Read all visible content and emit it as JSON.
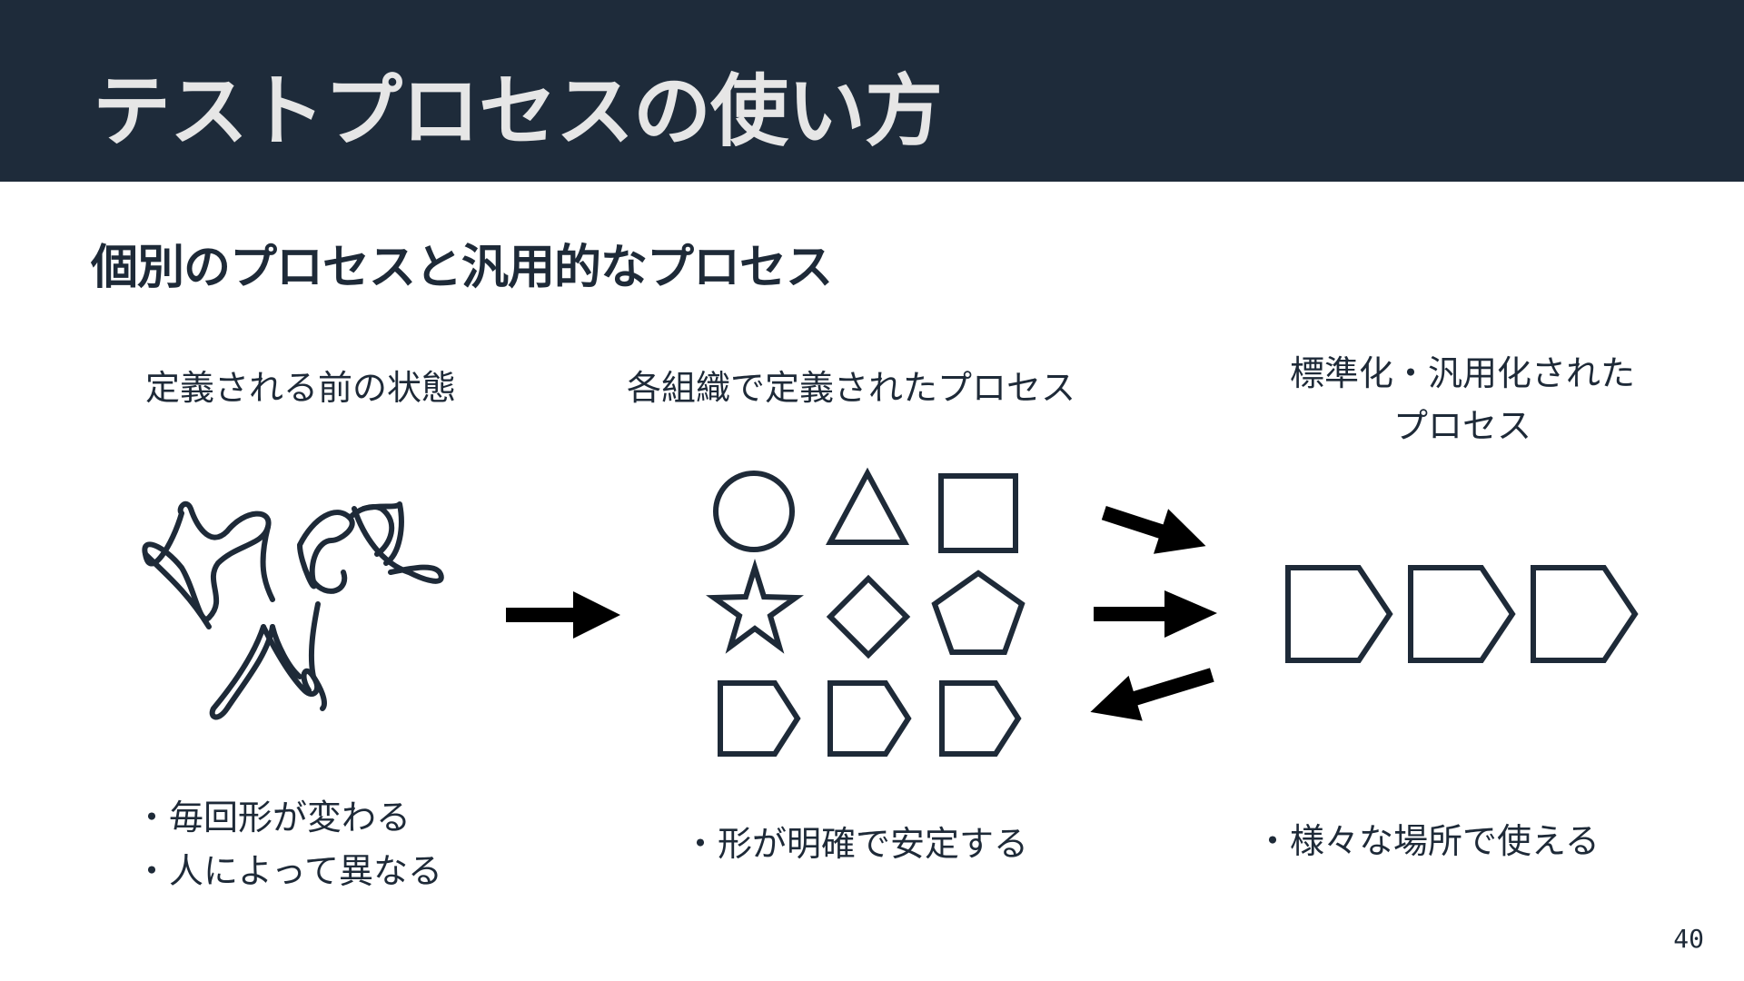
{
  "slide": {
    "title": "テストプロセスの使い方",
    "subtitle": "個別のプロセスと汎用的なプロセス",
    "page_number": "40"
  },
  "columns": [
    {
      "heading": [
        "定義される前の状態"
      ],
      "bullets": [
        "・毎回形が変わる",
        "・人によって異なる"
      ]
    },
    {
      "heading": [
        "各組織で定義されたプロセス"
      ],
      "bullets": [
        "・形が明確で安定する"
      ]
    },
    {
      "heading": [
        "標準化・汎用化された",
        "プロセス"
      ],
      "bullets": [
        "・様々な場所で使える"
      ]
    }
  ],
  "colors": {
    "header_bg": "#1e2b3a",
    "title_text": "#e6e6e6",
    "shape_stroke": "#1e2a38",
    "arrow_fill": "#000000"
  },
  "icons": [
    "scribble",
    "circle",
    "triangle",
    "square",
    "star",
    "diamond",
    "pentagon",
    "chevron-pentagon",
    "arrow-right"
  ]
}
